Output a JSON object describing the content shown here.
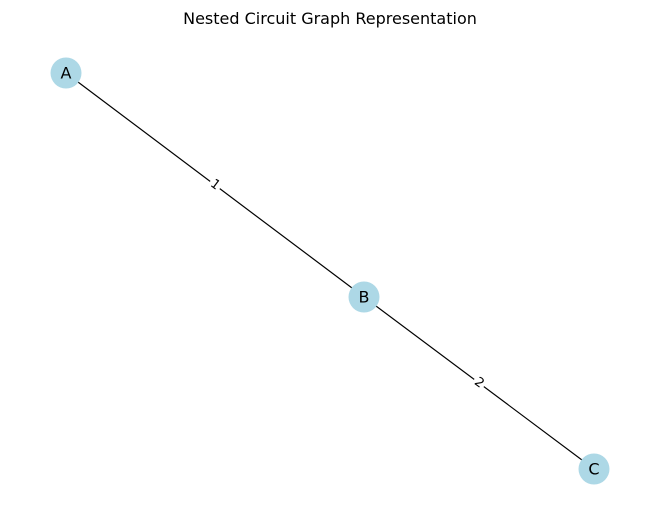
{
  "title": "Nested Circuit Graph Representation",
  "colors": {
    "node_fill": "#add8e6",
    "edge": "#000000",
    "text": "#000000",
    "background": "#ffffff"
  },
  "nodes": [
    {
      "id": "A",
      "label": "A"
    },
    {
      "id": "B",
      "label": "B"
    },
    {
      "id": "C",
      "label": "C"
    }
  ],
  "edges": [
    {
      "source": "A",
      "target": "B",
      "label": "1"
    },
    {
      "source": "B",
      "target": "C",
      "label": "2"
    }
  ]
}
